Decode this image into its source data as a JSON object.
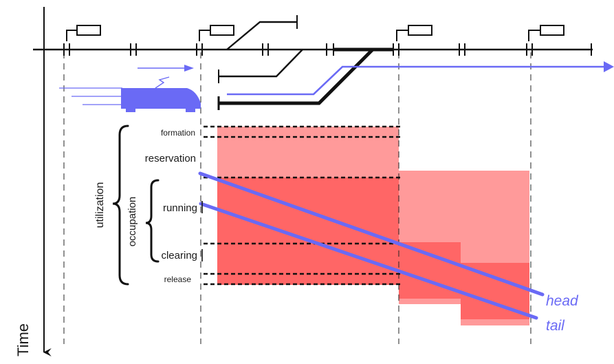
{
  "axis": {
    "label": "Time"
  },
  "labels": {
    "formation": "formation",
    "reservation": "reservation",
    "running": "running",
    "clearing": "clearing",
    "release": "release",
    "utilization": "utilization",
    "occupation": "occupation",
    "head": "head",
    "tail": "tail"
  },
  "colors": {
    "train": "#6a6af5",
    "block_light": "#ff9696",
    "block_dark": "#ff6464",
    "track": "#111111"
  },
  "icons": {
    "train": "train-icon",
    "signal": "signal-icon",
    "direction": "arrow-right-icon"
  }
}
